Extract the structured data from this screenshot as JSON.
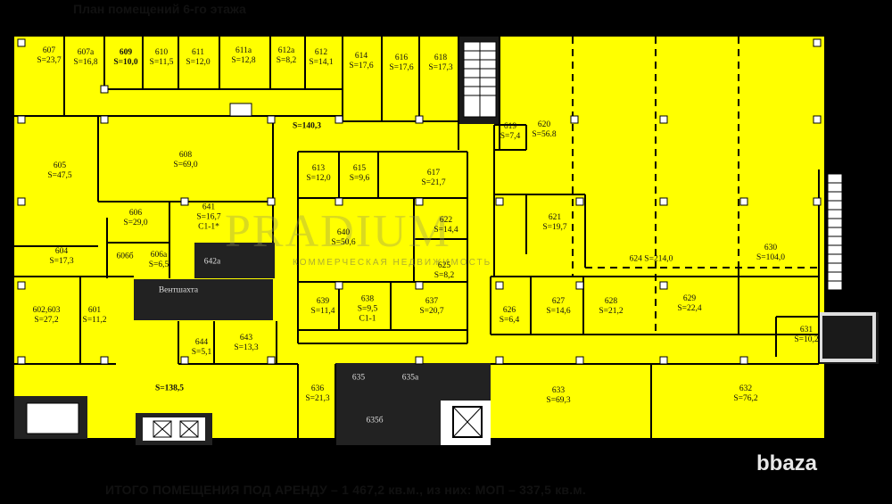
{
  "title": "План помещений 6-го этажа",
  "footer": "ИТОГО ПОМЕЩЕНИЯ ПОД АРЕНДУ – 1 467,2 кв.м., из них: МОП – 337,5 кв.м.",
  "watermark": {
    "brand": "PRADIUM",
    "sub": "КОММЕРЧЕСКАЯ НЕДВИЖИМОСТЬ"
  },
  "logo": "bbaza",
  "colors": {
    "room": "#ffff00",
    "wall": "#000000",
    "dark": "#1a1a1a"
  },
  "rooms": [
    {
      "id": "r607",
      "num": "607",
      "area": "S=23,7"
    },
    {
      "id": "r607a",
      "num": "607а",
      "area": "S=16,8"
    },
    {
      "id": "r609",
      "num": "609",
      "area": "S=10,0",
      "bold": true
    },
    {
      "id": "r610",
      "num": "610",
      "area": "S=11,5"
    },
    {
      "id": "r611",
      "num": "611",
      "area": "S=12,0"
    },
    {
      "id": "r611a",
      "num": "611а",
      "area": "S=12,8"
    },
    {
      "id": "r612a",
      "num": "612а",
      "area": "S=8,2"
    },
    {
      "id": "r612",
      "num": "612",
      "area": "S=14,1"
    },
    {
      "id": "r614",
      "num": "614",
      "area": "S=17,6"
    },
    {
      "id": "r616",
      "num": "616",
      "area": "S=17,6"
    },
    {
      "id": "r618",
      "num": "618",
      "area": "S=17,3"
    },
    {
      "id": "r619",
      "num": "619",
      "area": "S=7,4"
    },
    {
      "id": "r620",
      "num": "620",
      "area": "S=56.8"
    },
    {
      "id": "r605",
      "num": "605",
      "area": "S=47,5"
    },
    {
      "id": "r608",
      "num": "608",
      "area": "S=69,0"
    },
    {
      "id": "corr1",
      "num": "",
      "area": "S=140,3",
      "bold": true
    },
    {
      "id": "r613",
      "num": "613",
      "area": "S=12,0"
    },
    {
      "id": "r615",
      "num": "615",
      "area": "S=9,6"
    },
    {
      "id": "r617",
      "num": "617",
      "area": "S=21,7"
    },
    {
      "id": "r606",
      "num": "606",
      "area": "S=29,0"
    },
    {
      "id": "r641",
      "num": "641",
      "area": "S=16,7",
      "extra": "С1-1*"
    },
    {
      "id": "r640",
      "num": "640",
      "area": "S=50,6"
    },
    {
      "id": "r622",
      "num": "622",
      "area": "S=14,4"
    },
    {
      "id": "r621",
      "num": "621",
      "area": "S=19,7"
    },
    {
      "id": "r604",
      "num": "604",
      "area": "S=17,3"
    },
    {
      "id": "r606b",
      "num": "606б",
      "area": ""
    },
    {
      "id": "r606a",
      "num": "606а",
      "area": "S=6,5"
    },
    {
      "id": "r642a",
      "num": "642а",
      "area": ""
    },
    {
      "id": "vent",
      "num": "Вентшахта",
      "area": ""
    },
    {
      "id": "r625",
      "num": "625",
      "area": "S=8,2"
    },
    {
      "id": "r624",
      "num": "624",
      "area": "S=214,0"
    },
    {
      "id": "r630",
      "num": "630",
      "area": "S=104,0"
    },
    {
      "id": "r602",
      "num": "602,603",
      "area": "S=27,2"
    },
    {
      "id": "r601",
      "num": "601",
      "area": "S=11,2"
    },
    {
      "id": "r639",
      "num": "639",
      "area": "S=11,4"
    },
    {
      "id": "r638",
      "num": "638",
      "area": "S=9,5",
      "extra": "С1-1"
    },
    {
      "id": "r637",
      "num": "637",
      "area": "S=20,7"
    },
    {
      "id": "r626",
      "num": "626",
      "area": "S=6,4"
    },
    {
      "id": "r627",
      "num": "627",
      "area": "S=14,6"
    },
    {
      "id": "r628",
      "num": "628",
      "area": "S=21,2"
    },
    {
      "id": "r629",
      "num": "629",
      "area": "S=22,4"
    },
    {
      "id": "r631",
      "num": "631",
      "area": "S=10,2"
    },
    {
      "id": "r644",
      "num": "644",
      "area": "S=5,1"
    },
    {
      "id": "r643",
      "num": "643",
      "area": "S=13,3"
    },
    {
      "id": "corr2",
      "num": "",
      "area": "S=138,5",
      "bold": true
    },
    {
      "id": "r636",
      "num": "636",
      "area": "S=21,3"
    },
    {
      "id": "r635",
      "num": "635",
      "area": "",
      "light": true
    },
    {
      "id": "r635a",
      "num": "635а",
      "area": "",
      "light": true
    },
    {
      "id": "r635b",
      "num": "635б",
      "area": "",
      "light": true
    },
    {
      "id": "r633",
      "num": "633",
      "area": "S=69,3"
    },
    {
      "id": "r632",
      "num": "632",
      "area": "S=76,2"
    }
  ]
}
